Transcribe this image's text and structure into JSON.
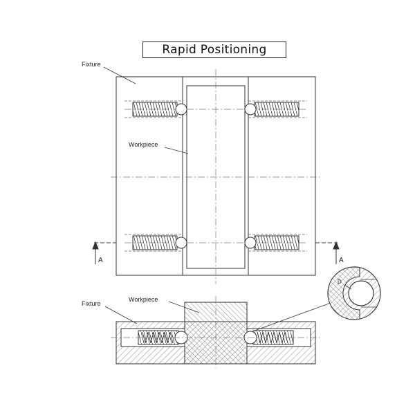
{
  "title": "Rapid Positioning",
  "labels": {
    "fixture_top": "Fixture",
    "workpiece_top": "Workpiece",
    "fixture_bottom": "Fixture",
    "workpiece_bottom": "Workpiece",
    "section_left": "A",
    "section_right": "A",
    "detail_mark": "D"
  },
  "colors": {
    "line": "#333333",
    "centerline": "#777777",
    "background": "#ffffff"
  }
}
